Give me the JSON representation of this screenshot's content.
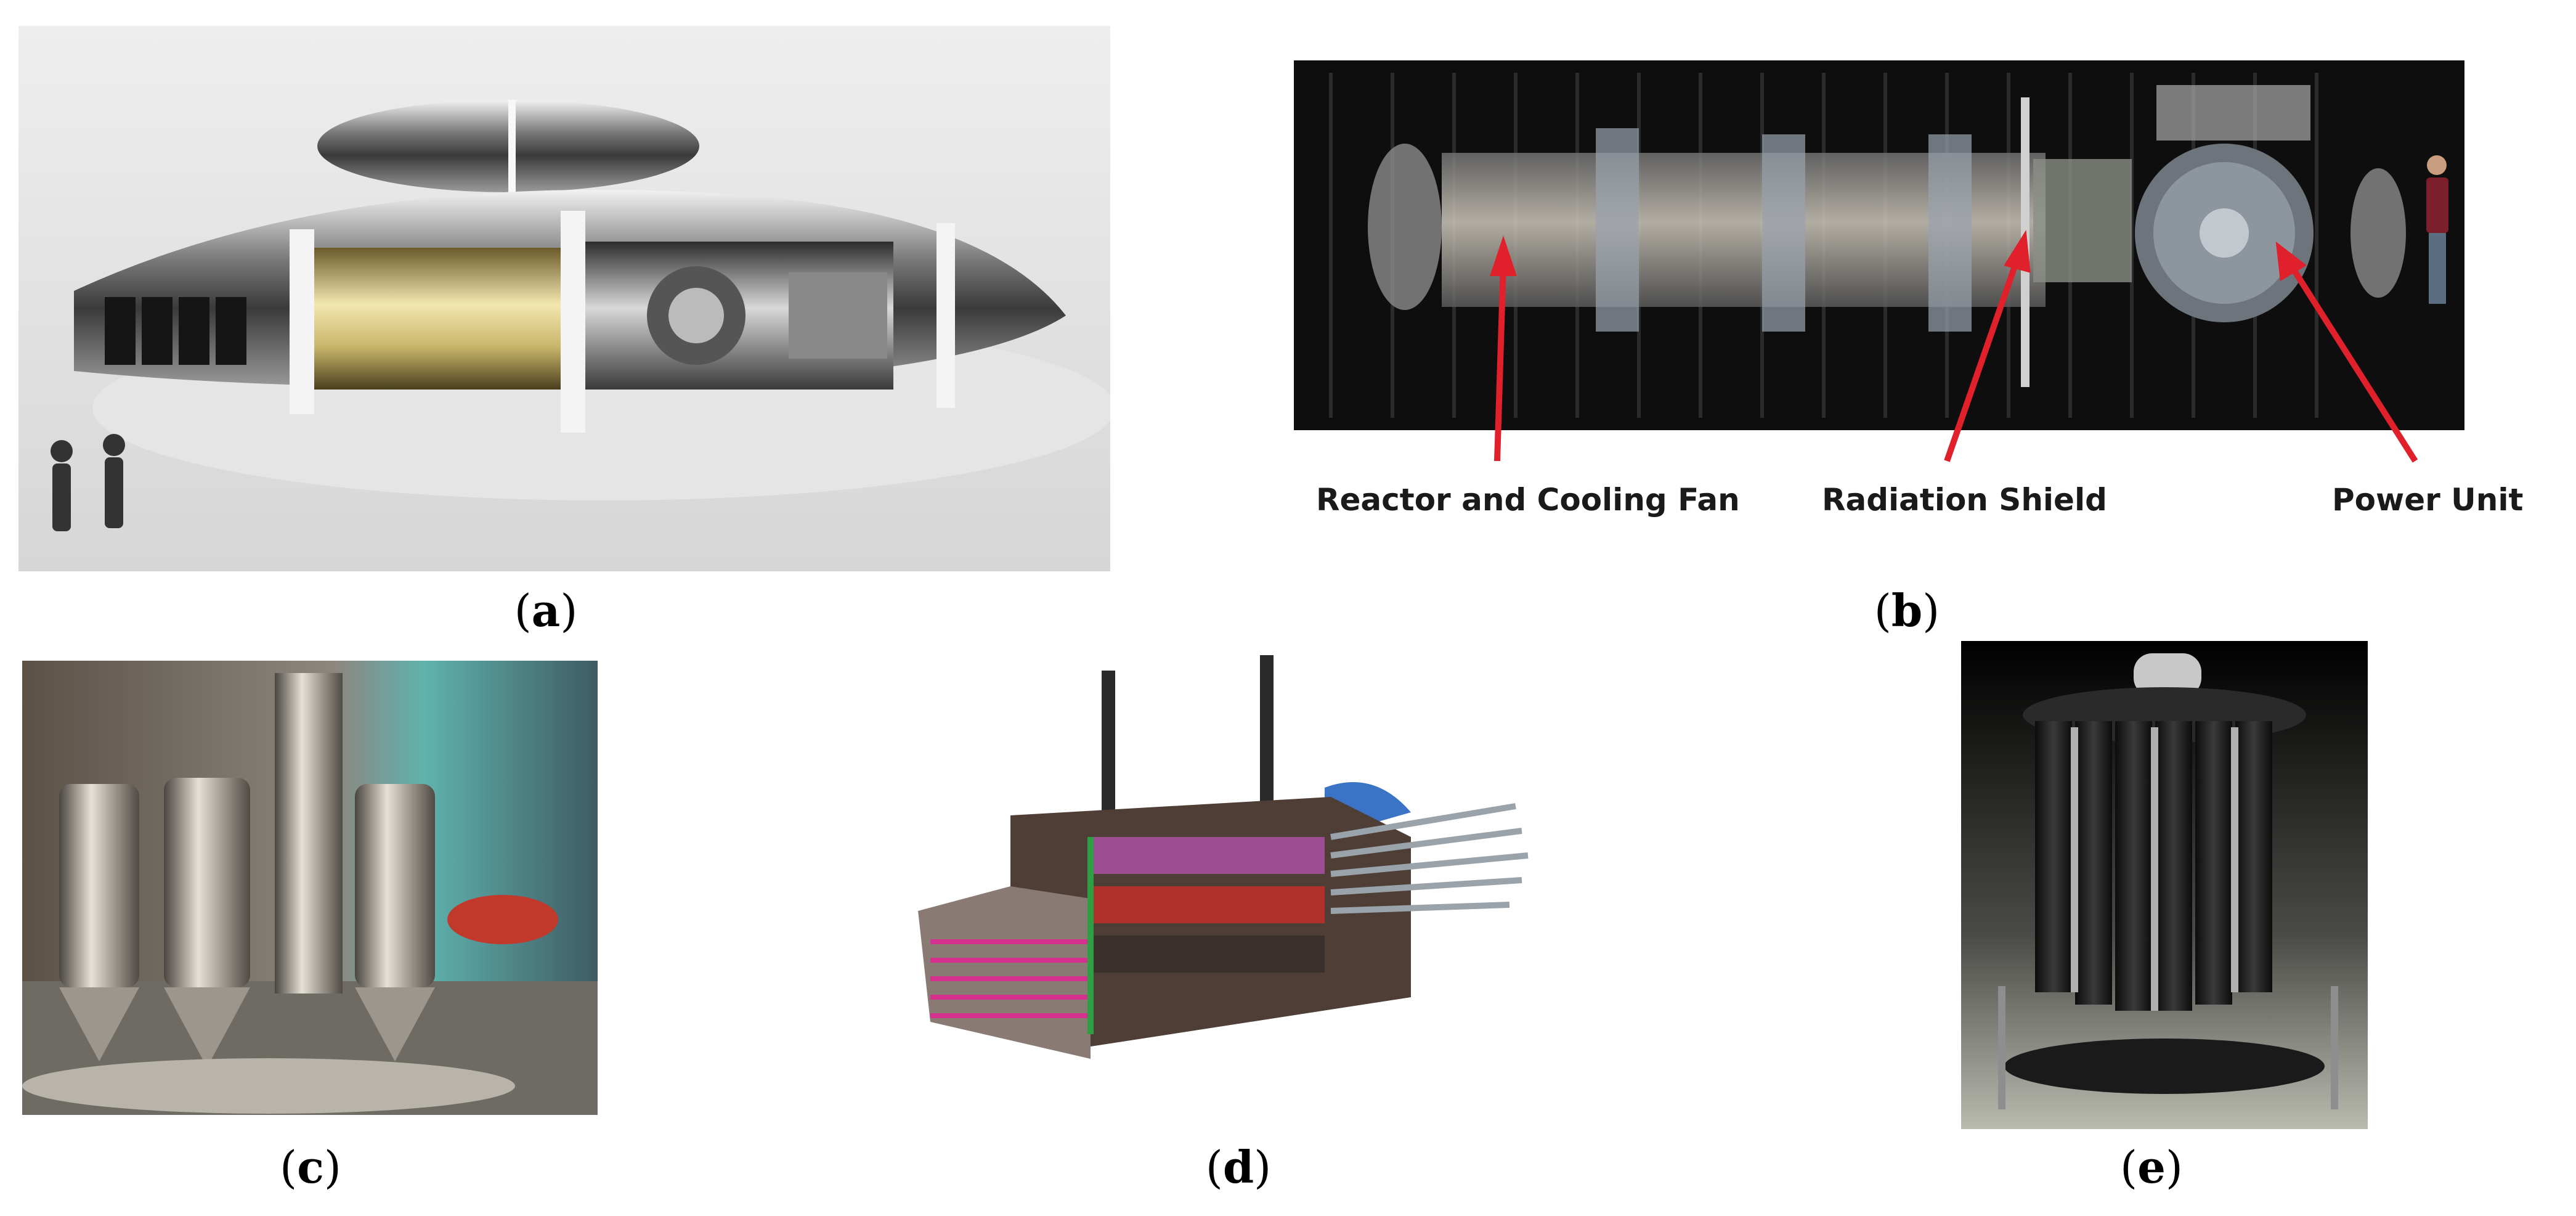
{
  "figure": {
    "panels": [
      {
        "id": "a",
        "caption": "a",
        "labels": []
      },
      {
        "id": "b",
        "caption": "b",
        "labels": [
          "Reactor and Cooling Fan",
          "Radiation Shield",
          "Power Unit"
        ]
      },
      {
        "id": "c",
        "caption": "c",
        "labels": []
      },
      {
        "id": "d",
        "caption": "d",
        "labels": []
      },
      {
        "id": "e",
        "caption": "e",
        "labels": []
      }
    ]
  }
}
